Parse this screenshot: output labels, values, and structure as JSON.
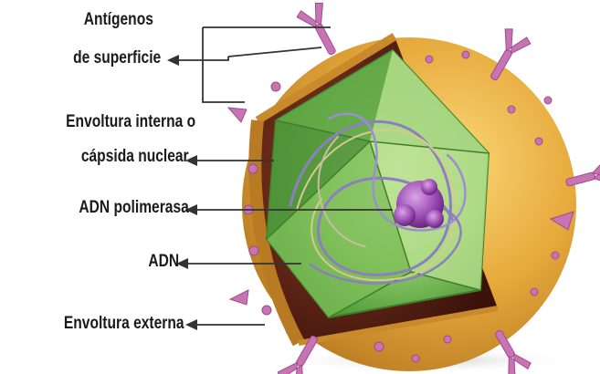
{
  "labels": {
    "surface_antigens_line1": "Antígenos",
    "surface_antigens_line2": "de superficie",
    "inner_envelope_line1": "Envoltura interna o",
    "inner_envelope_line2": "cápsida nuclear",
    "dna_polymerase": "ADN polimerasa",
    "dna": "ADN",
    "outer_envelope": "Envoltura externa"
  },
  "colors": {
    "outer_envelope": "#e6a93c",
    "capsid": "#7cc35a",
    "spikes": "#c873b4",
    "polymerase": "#8e3fa6",
    "dna_strand": "#8b7fc0",
    "background": "#ffffff"
  }
}
